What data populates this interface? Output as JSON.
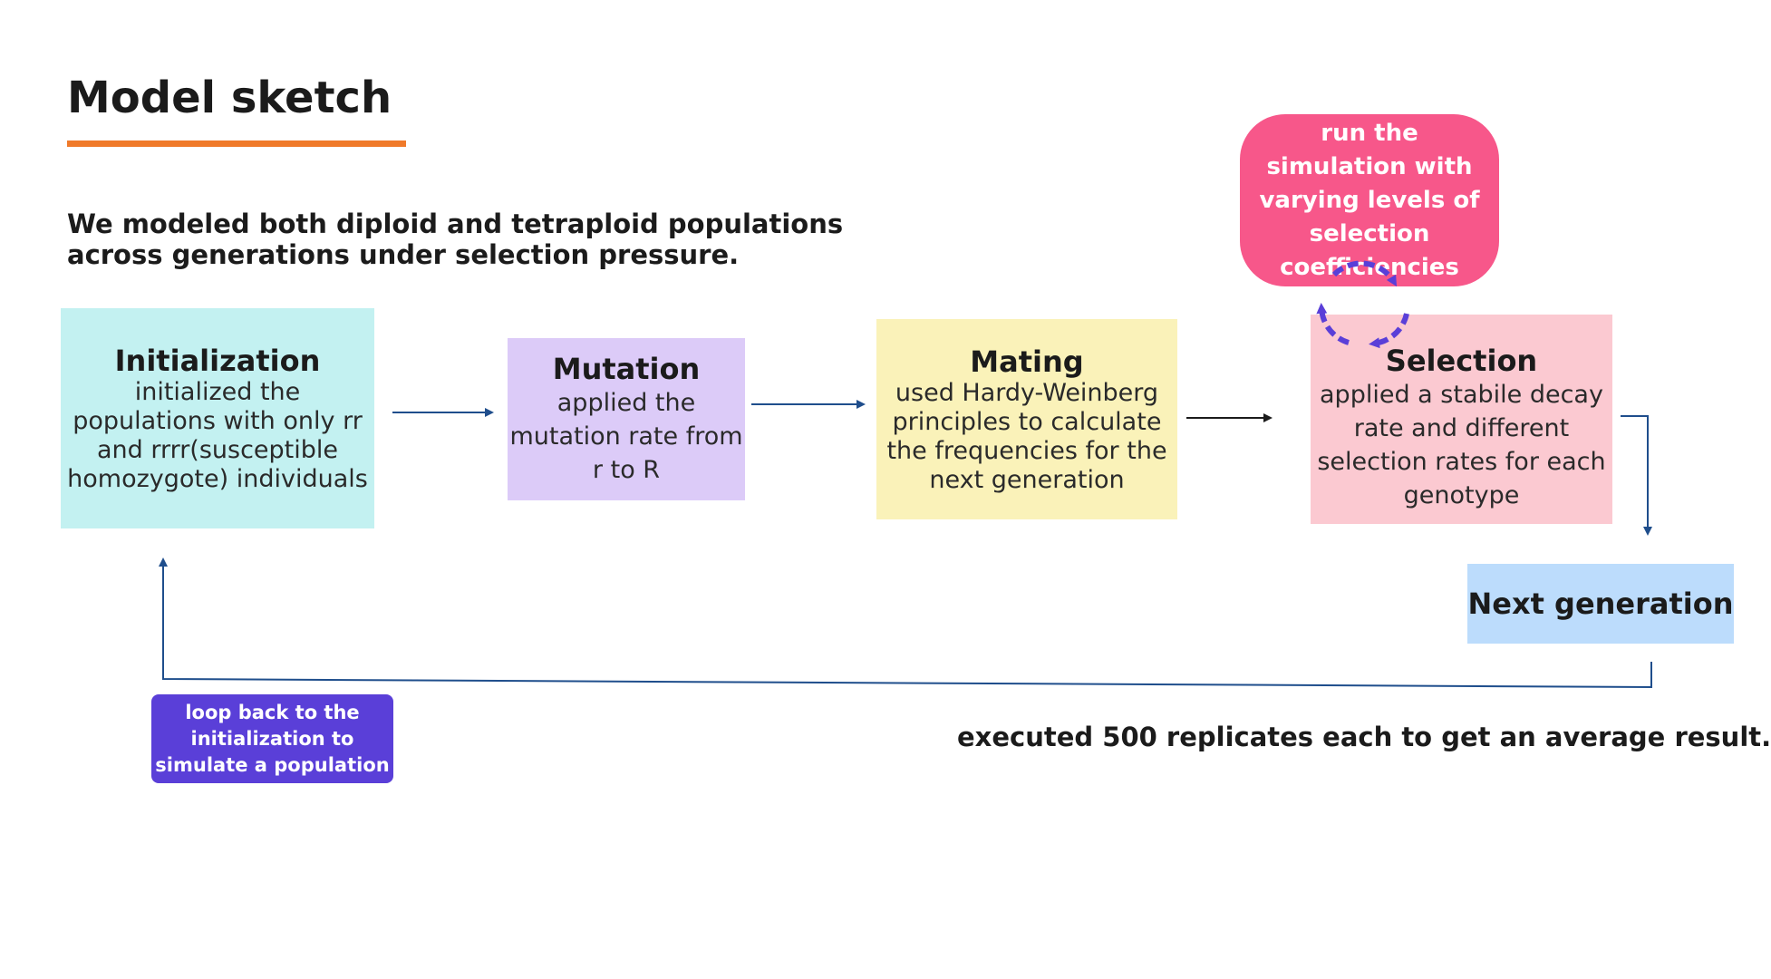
{
  "title": "Model sketch",
  "subtitle": "We modeled both diploid and tetraploid populations across generations under selection pressure.",
  "steps": [
    {
      "title": "Initialization",
      "desc": "initialized the populations with only rr and rrrr(susceptible homozygote) individuals"
    },
    {
      "title": "Mutation",
      "desc": "applied the mutation rate from r to R"
    },
    {
      "title": "Mating",
      "desc": "used Hardy-Weinberg principles to calculate the frequencies for the next generation"
    },
    {
      "title": "Selection",
      "desc": "applied a stabile decay rate and different selection rates for each genotype"
    },
    {
      "title": "Next generation"
    }
  ],
  "selection_note": "run the simulation with varying levels of selection coefficiencies",
  "loop_note": "loop back to the initialization to simulate a population",
  "replicates_note": "executed 500 replicates each to get an average result.",
  "colors": {
    "accent_underline": "#f07a2a",
    "initialization": "#c3f1f1",
    "mutation": "#dccbf8",
    "mating": "#faf2b9",
    "selection": "#fbc9d1",
    "next_generation": "#bcdcfc",
    "selection_note": "#f7578a",
    "loop_note": "#5a3fd8",
    "arrows": "#1f4e8c",
    "cycle_icon": "#5a3fd8"
  },
  "icons": [
    "refresh-cycle-icon"
  ]
}
